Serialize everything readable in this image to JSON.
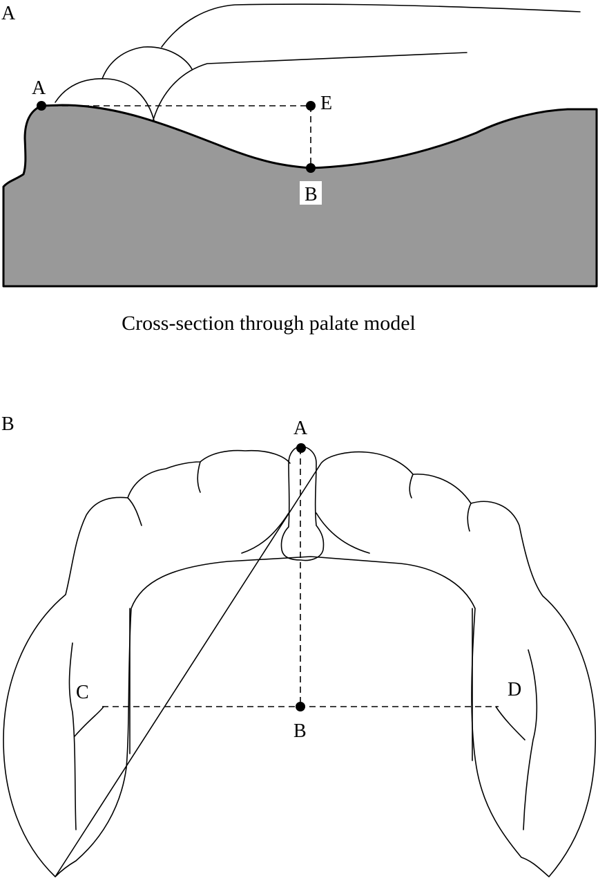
{
  "panel_a": {
    "panel_label": "A",
    "points": {
      "a": "A",
      "e": "E",
      "b": "B"
    },
    "caption": "Cross-section through palate model",
    "colors": {
      "fill": "#999999",
      "label_box": "#ffffff"
    }
  },
  "panel_b": {
    "panel_label": "B",
    "points": {
      "a": "A",
      "b": "B",
      "c": "C",
      "d": "D"
    }
  }
}
